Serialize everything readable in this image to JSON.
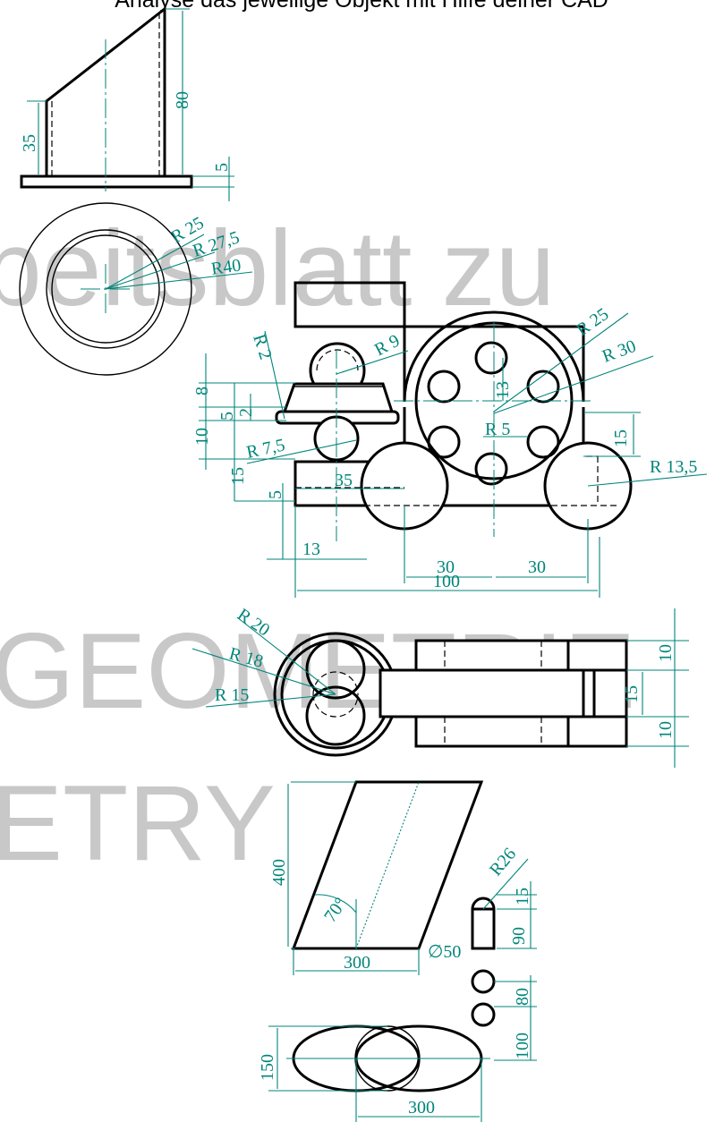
{
  "header": {
    "text": "Analyse das jeweilige Objekt mit Hilfe deiner CAD"
  },
  "watermark": {
    "line1": "beitsblatt zu",
    "line2": "GEOMETRIE",
    "line3": "ETRY"
  },
  "colors": {
    "drawing": "#000000",
    "dimension": "#00857a",
    "watermark": "#c8c8c8"
  },
  "figure1": {
    "dim_height_total": "80",
    "dim_height_low": "35",
    "dim_base": "5"
  },
  "figure2": {
    "r_inner": "R 25",
    "r_mid": "R 27,5",
    "r_outer": "R40"
  },
  "figure3": {
    "r_cap": "R 2",
    "r_knob": "R 9",
    "r_ball": "R 7,5",
    "r_wheel_big": "R 25",
    "r_wheel_outer": "R 30",
    "r_hole": "R 5",
    "r_side_wheel": "R 13,5",
    "d8": "8",
    "d5a": "5",
    "d2": "2",
    "d10": "10",
    "d15a": "15",
    "d5b": "5",
    "d35": "35",
    "d13a": "13",
    "d13b": "13",
    "d15b": "15",
    "d30a": "30",
    "d30b": "30",
    "d100": "100"
  },
  "figure4": {
    "r20": "R 20",
    "r18": "R 18",
    "r15": "R 15",
    "d10a": "10",
    "d15": "15",
    "d10b": "10"
  },
  "figure5": {
    "d400": "400",
    "angle": "70°",
    "d300": "300",
    "r26": "R26",
    "d15": "15",
    "d90": "90",
    "dia50": "∅50",
    "d80": "80",
    "d100": "100"
  },
  "figure6": {
    "d150": "150",
    "d300": "300"
  }
}
